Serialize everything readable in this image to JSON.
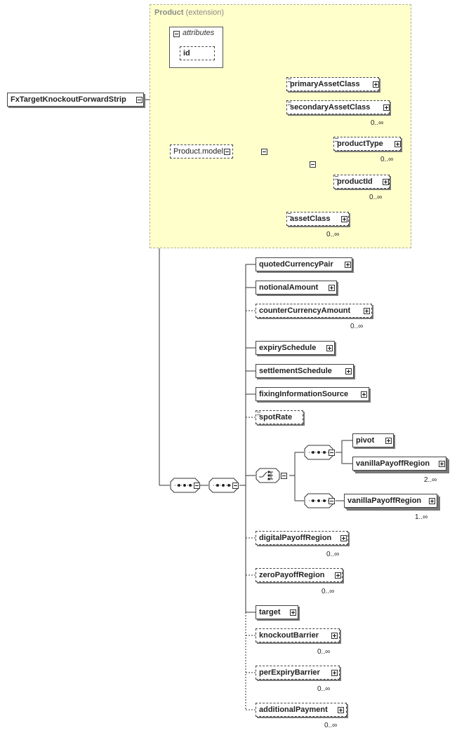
{
  "extension": {
    "base": "Product",
    "kind": "(extension)"
  },
  "attributes": {
    "title": "attributes",
    "items": [
      "id"
    ]
  },
  "root": {
    "label": "FxTargetKnockoutForwardStrip"
  },
  "product_model": {
    "group_label": "Product.model",
    "elements": [
      {
        "label": "primaryAssetClass",
        "cardinality": ""
      },
      {
        "label": "secondaryAssetClass",
        "cardinality": "0..∞"
      },
      {
        "label": "productType",
        "cardinality": "0..∞"
      },
      {
        "label": "productId",
        "cardinality": "0..∞"
      },
      {
        "label": "assetClass",
        "cardinality": "0..∞"
      }
    ]
  },
  "content": {
    "elements": [
      {
        "label": "quotedCurrencyPair",
        "cardinality": ""
      },
      {
        "label": "notionalAmount",
        "cardinality": ""
      },
      {
        "label": "counterCurrencyAmount",
        "cardinality": "0..∞"
      },
      {
        "label": "expirySchedule",
        "cardinality": ""
      },
      {
        "label": "settlementSchedule",
        "cardinality": ""
      },
      {
        "label": "fixingInformationSource",
        "cardinality": ""
      },
      {
        "label": "spotRate",
        "cardinality": ""
      },
      {
        "label": "digitalPayoffRegion",
        "cardinality": "0..∞"
      },
      {
        "label": "zeroPayoffRegion",
        "cardinality": "0..∞"
      },
      {
        "label": "target",
        "cardinality": ""
      },
      {
        "label": "knockoutBarrier",
        "cardinality": "0..∞"
      },
      {
        "label": "perExpiryBarrier",
        "cardinality": "0..∞"
      },
      {
        "label": "additionalPayment",
        "cardinality": "0..∞"
      }
    ],
    "choice": {
      "branch_a": [
        {
          "label": "pivot",
          "cardinality": ""
        },
        {
          "label": "vanillaPayoffRegion",
          "cardinality": "2..∞"
        }
      ],
      "branch_b": [
        {
          "label": "vanillaPayoffRegion",
          "cardinality": "1..∞"
        }
      ]
    }
  }
}
